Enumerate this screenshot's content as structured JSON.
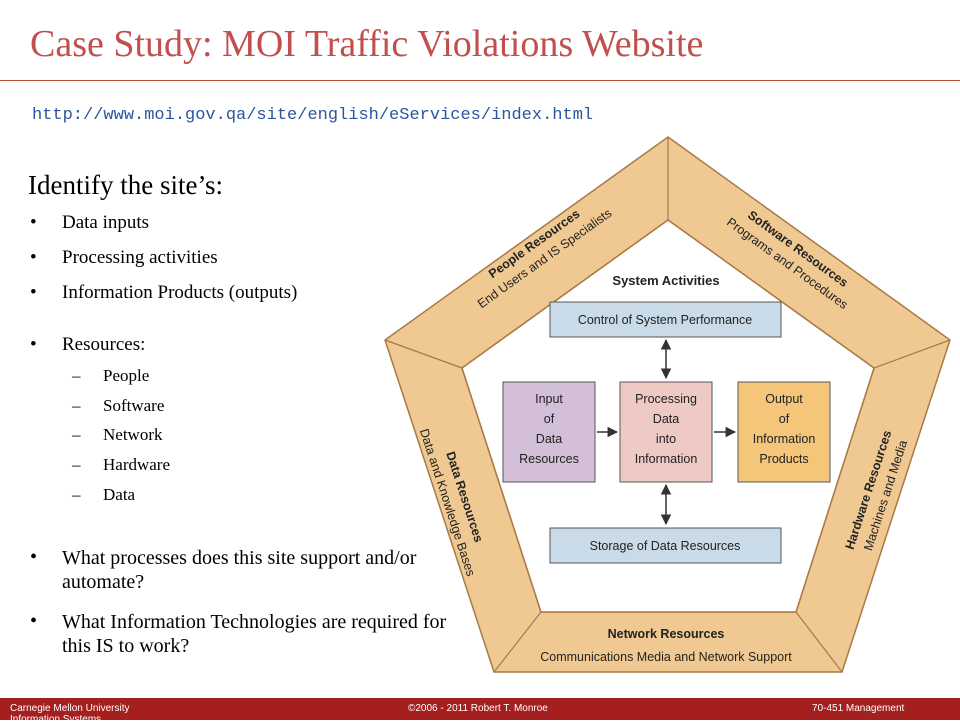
{
  "title": "Case Study: MOI Traffic Violations Website",
  "url": "http://www.moi.gov.qa/site/english/eServices/index.html",
  "heading": "Identify the site’s:",
  "bullets": [
    "Data inputs",
    "Processing activities",
    "Information Products (outputs)"
  ],
  "resources": {
    "label": "Resources:",
    "items": [
      "People",
      "Software",
      "Network",
      "Hardware",
      "Data"
    ]
  },
  "questions": [
    "What processes does this site support and/or automate?",
    "What Information Technologies are required for this IS to work?"
  ],
  "diagram": {
    "people": {
      "title": "People Resources",
      "subtitle": "End Users and IS Specialists"
    },
    "software": {
      "title": "Software Resources",
      "subtitle": "Programs and Procedures"
    },
    "hardware": {
      "title": "Hardware Resources",
      "subtitle": "Machines and Media"
    },
    "network": {
      "title": "Network Resources",
      "subtitle": "Communications Media and Network Support"
    },
    "data": {
      "title": "Data Resources",
      "subtitle": "Data and Knowledge Bases"
    },
    "activities_title": "System Activities",
    "control": "Control of System Performance",
    "storage": "Storage of Data Resources",
    "input": [
      "Input",
      "of",
      "Data",
      "Resources"
    ],
    "processing": [
      "Processing",
      "Data",
      "into",
      "Information"
    ],
    "output": [
      "Output",
      "of",
      "Information",
      "Products"
    ],
    "colors": {
      "band": "#f0c992",
      "control_fill": "#c9dbe8",
      "input_fill": "#d3bfd8",
      "processing_fill": "#efc9c4",
      "output_fill": "#f5c67a"
    }
  },
  "footer": {
    "left_line1": "Carnegie Mellon University",
    "left_line2": "Information Systems",
    "center": "©2006 - 2011  Robert T. Monroe",
    "right": "70-451 Management"
  }
}
